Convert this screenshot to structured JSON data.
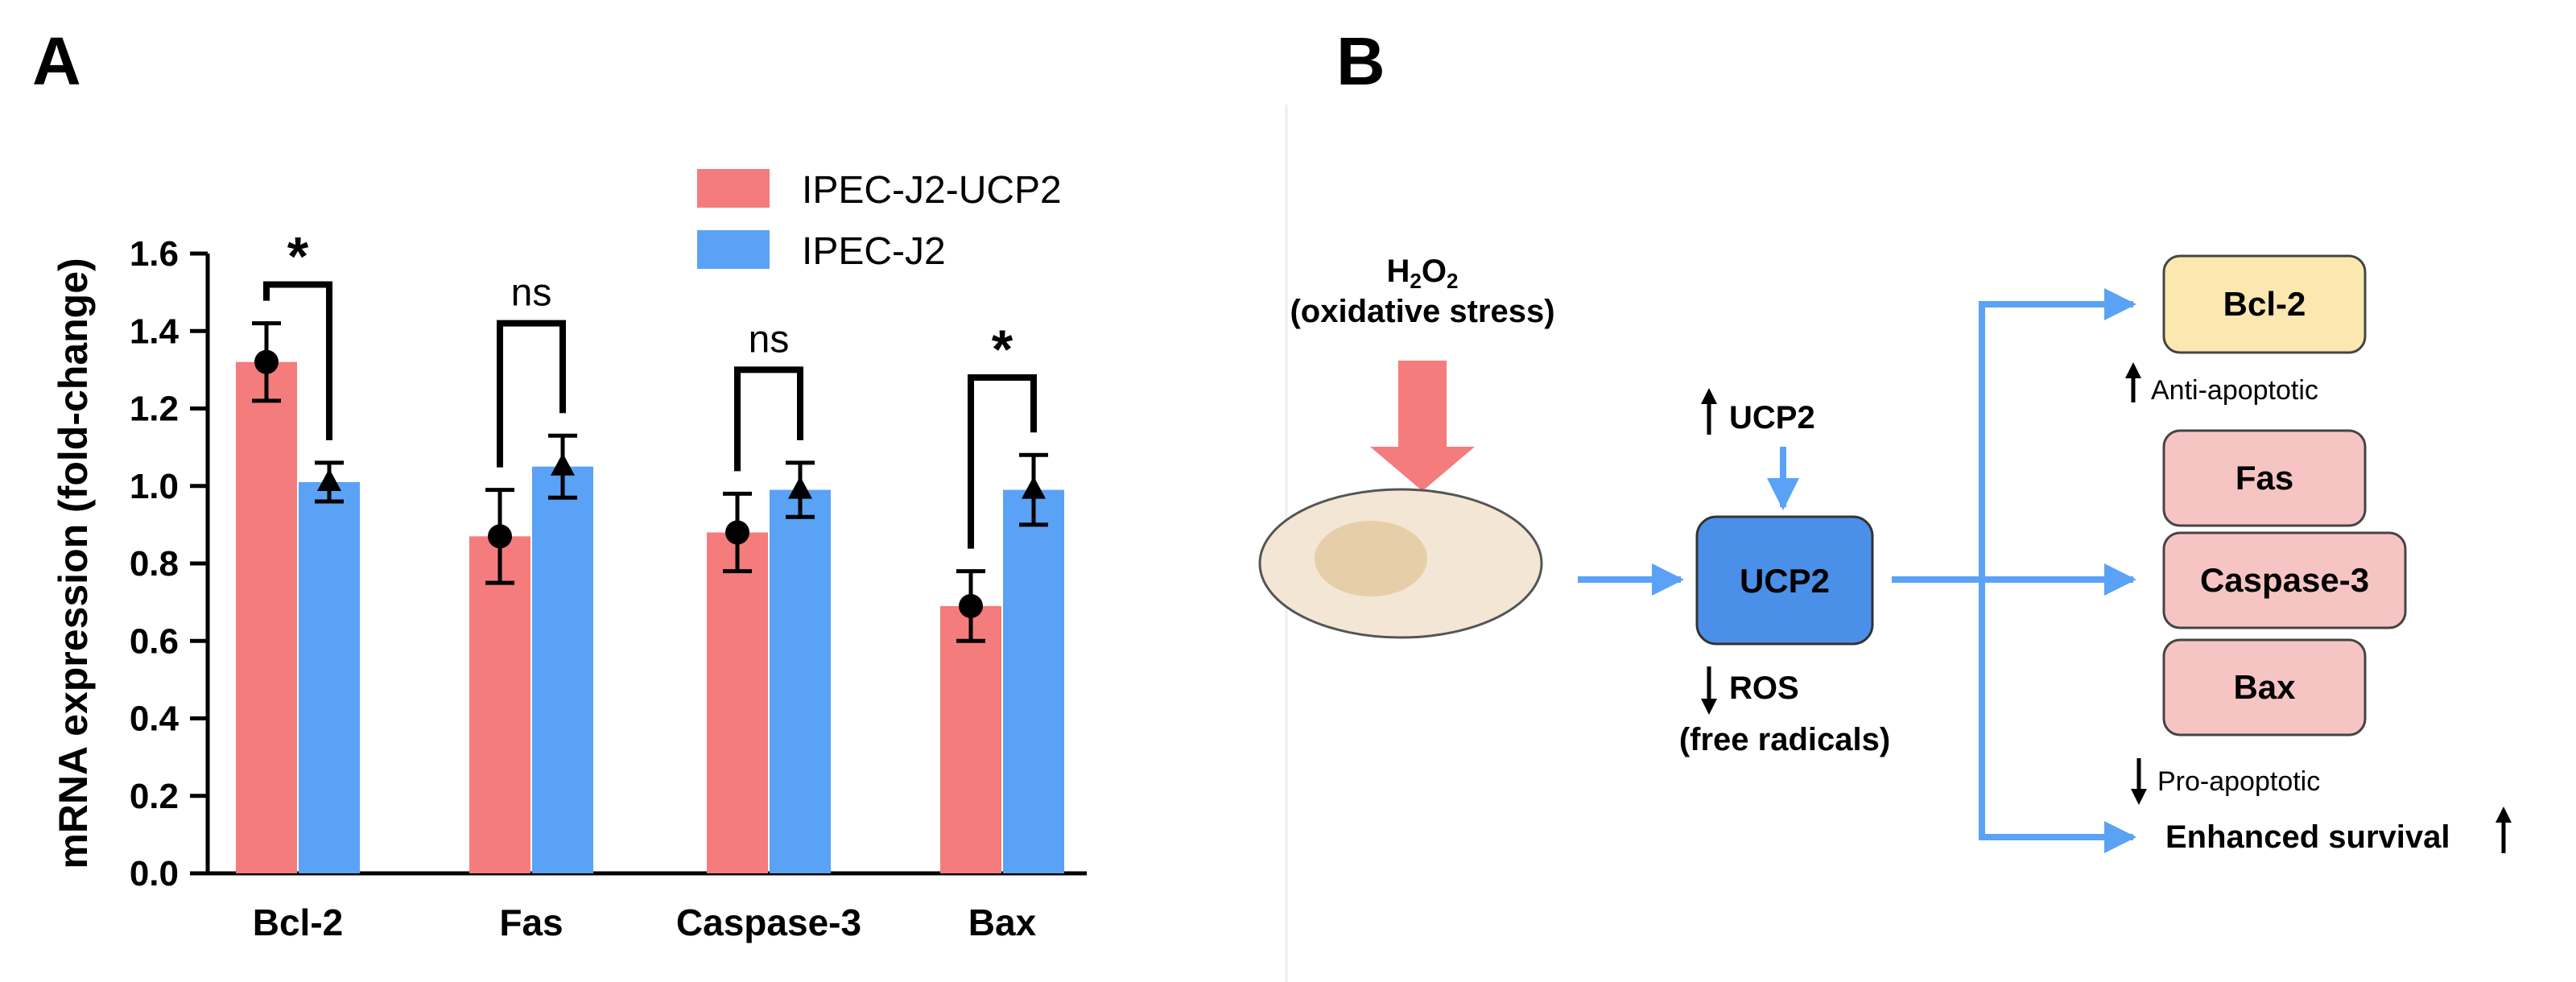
{
  "panels": {
    "a": "A",
    "b": "B"
  },
  "chart_data": {
    "type": "bar",
    "categories": [
      "Bcl-2",
      "Fas",
      "Caspase-3",
      "Bax"
    ],
    "series": [
      {
        "name": "IPEC-J2-UCP2",
        "values": [
          1.32,
          0.87,
          0.88,
          0.69
        ],
        "errors": [
          0.1,
          0.12,
          0.1,
          0.09
        ],
        "color": "#f47c7c",
        "marker": "circle"
      },
      {
        "name": "IPEC-J2",
        "values": [
          1.01,
          1.05,
          0.99,
          0.99
        ],
        "errors": [
          0.05,
          0.08,
          0.07,
          0.09
        ],
        "color": "#5aa2f5",
        "marker": "triangle"
      }
    ],
    "significance": [
      "*",
      "ns",
      "ns",
      "*"
    ],
    "ylabel": "mRNA expression (fold-change)",
    "ylim": [
      0,
      1.6
    ],
    "yticks": [
      "0.0",
      "0.2",
      "0.4",
      "0.6",
      "0.8",
      "1.0",
      "1.2",
      "1.4",
      "1.6"
    ],
    "legend_position": "top-right",
    "grid": false
  },
  "diagram": {
    "stress_line1": "H",
    "stress_sub1": "2",
    "stress_mid": "O",
    "stress_sub2": "2",
    "stress_line2": "(oxidative stress)",
    "ucp2_up": "UCP2",
    "ucp2_node": "UCP2",
    "ros_line1": "ROS",
    "ros_line2": "(free radicals)",
    "anti_node": "Bcl-2",
    "anti_label": "Anti-apoptotic",
    "pro_nodes": [
      "Fas",
      "Caspase-3",
      "Bax"
    ],
    "pro_label": "Pro-apoptotic",
    "outcome": "Enhanced survival",
    "colors": {
      "arrow_blue": "#5aa2f5",
      "stress_arrow": "#f47c7c",
      "cell_fill": "#f4e6d4",
      "nucleus_fill": "#e6cfa8",
      "ucp2_fill": "#4a90e8",
      "anti_fill": "#fbe7b0",
      "pro_fill": "#f7c4c4"
    }
  }
}
